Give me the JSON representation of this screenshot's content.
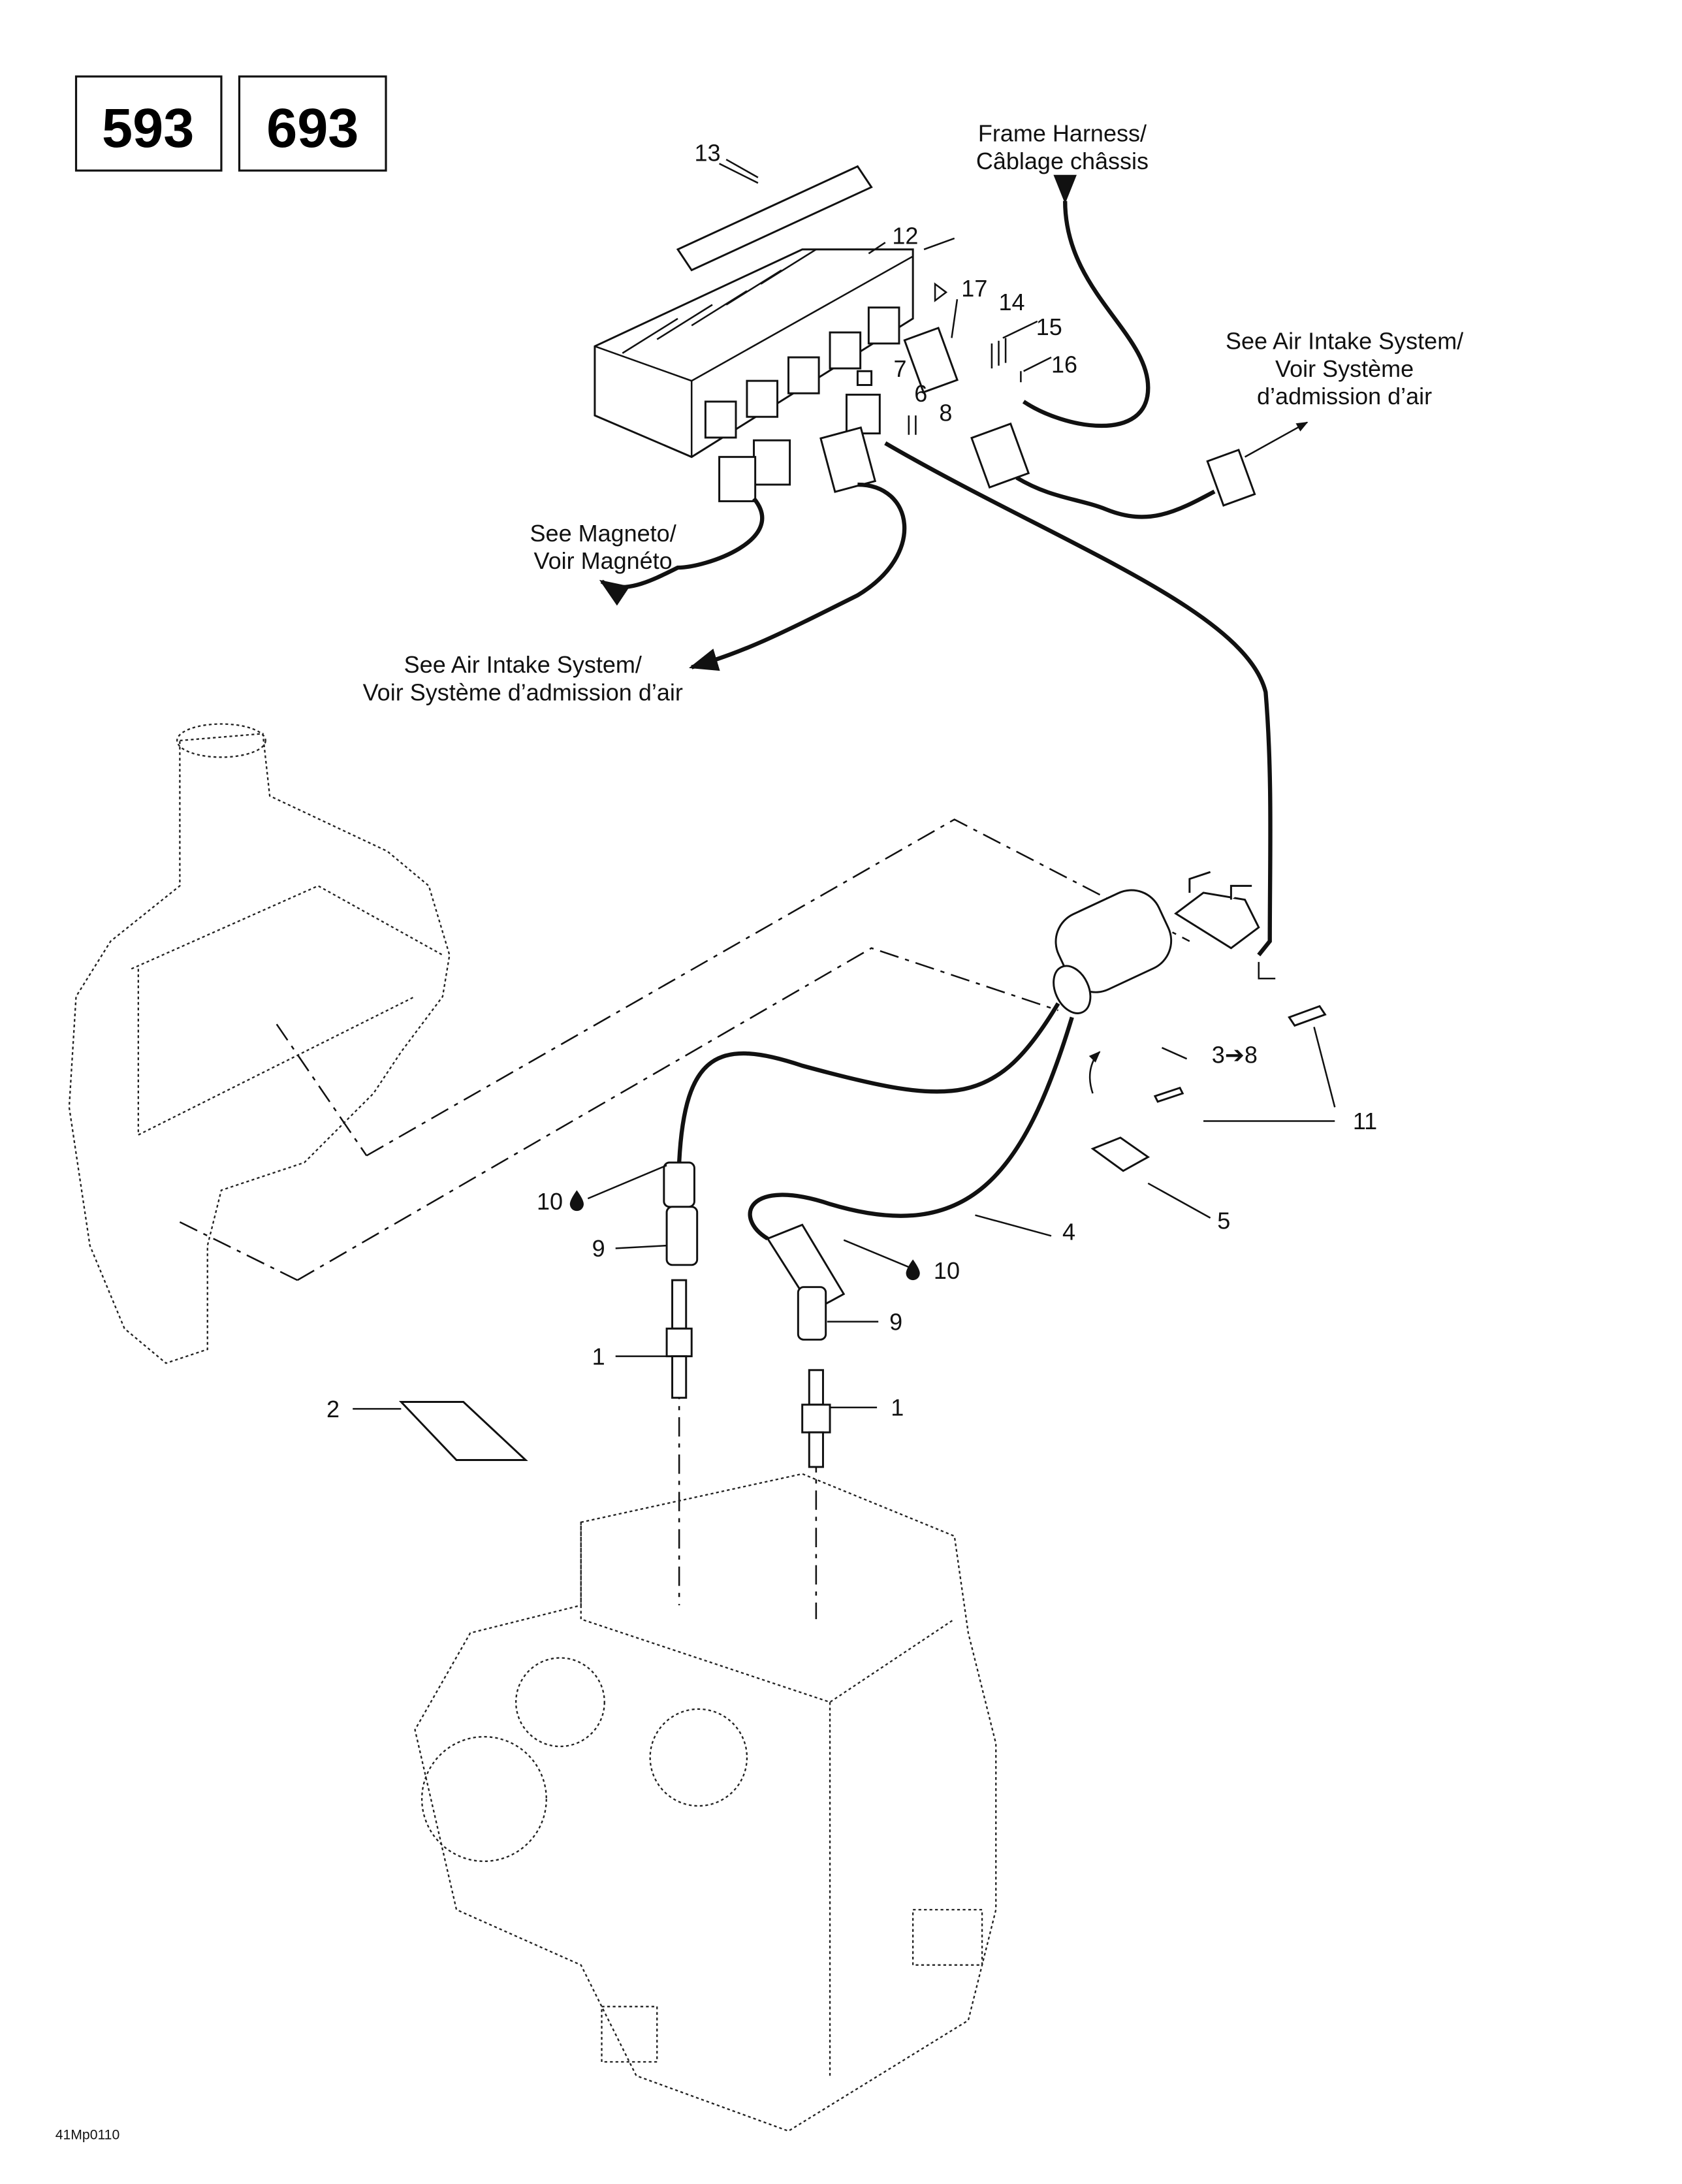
{
  "model_boxes": [
    "593",
    "693"
  ],
  "callouts": {
    "frame_harness": [
      "Frame Harness/",
      "Câblage châssis"
    ],
    "air_intake_right": [
      "See Air Intake System/",
      "Voir Système",
      "d’admission d’air"
    ],
    "magneto": [
      "See Magneto/",
      "Voir Magnéto"
    ],
    "air_intake_left": [
      "See Air Intake System/",
      "Voir Système d’admission d’air"
    ]
  },
  "part_numbers": {
    "p13": "13",
    "p12": "12",
    "p17": "17",
    "p14": "14",
    "p15": "15",
    "p16": "16",
    "p7": "7",
    "p6": "6",
    "p8": "8",
    "p3": "3➔8",
    "p11": "11",
    "p4": "4",
    "p5": "5",
    "p10a": "10",
    "p10b": "10",
    "p9a": "9",
    "p9b": "9",
    "p1a": "1",
    "p1b": "1",
    "p2": "2"
  },
  "icons": {
    "lubricant": "oil-drop-icon",
    "arrow": "arrow-icon"
  },
  "figure_code": "41Mp0110"
}
